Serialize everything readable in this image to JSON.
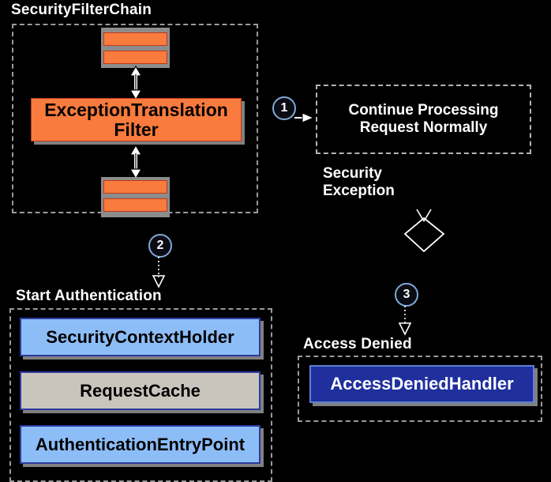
{
  "diagram": {
    "title": "Spring Security ExceptionTranslationFilter flow",
    "background": "#000000",
    "colors": {
      "orange_fill": "#f97b3d",
      "orange_border": "#c0391a",
      "blue_fill": "#8dbdf7",
      "blue_border": "#2b3a9e",
      "tan_fill": "#c9c5bd",
      "darkblue_fill": "#1f2f9c",
      "dashed_border": "#9a9a9a",
      "label_text": "#ffffff",
      "marker_ring": "#7fa8d8"
    }
  },
  "groups": {
    "filter_chain": {
      "label": "SecurityFilterChain"
    },
    "start_auth": {
      "label": "Start Authentication"
    },
    "access_denied": {
      "label": "Access Denied"
    }
  },
  "nodes": {
    "filter_top_a": {
      "label": ""
    },
    "filter_top_b": {
      "label": ""
    },
    "exception_translation_filter": {
      "label": "ExceptionTranslation\nFilter",
      "line1": "ExceptionTranslation",
      "line2": "Filter"
    },
    "filter_bottom_a": {
      "label": ""
    },
    "filter_bottom_b": {
      "label": ""
    },
    "continue_processing": {
      "line1": "Continue Processing",
      "line2": "Request Normally"
    },
    "security_context_holder": {
      "label": "SecurityContextHolder"
    },
    "request_cache": {
      "label": "RequestCache"
    },
    "authentication_entry_point": {
      "label": "AuthenticationEntryPoint"
    },
    "access_denied_handler": {
      "label": "AccessDeniedHandler"
    }
  },
  "labels": {
    "security_exception": {
      "line1": "Security",
      "line2": "Exception"
    }
  },
  "markers": {
    "step1": "1",
    "step2": "2",
    "step3": "3"
  }
}
